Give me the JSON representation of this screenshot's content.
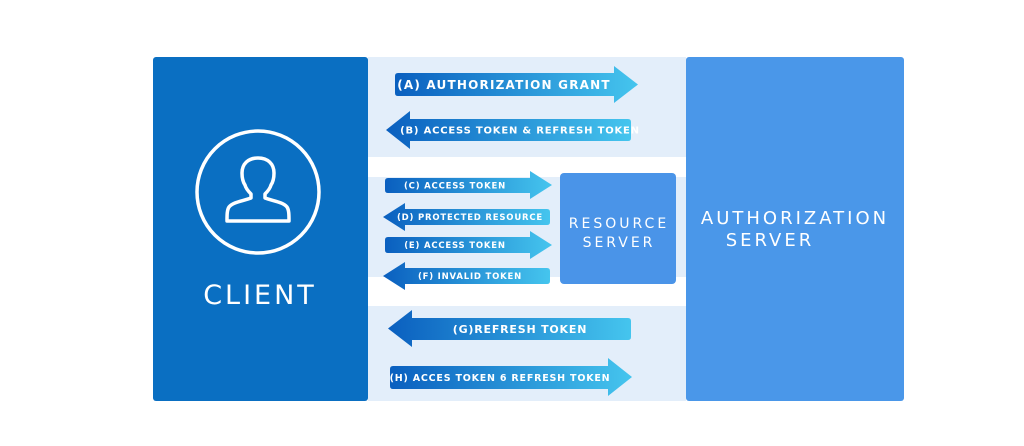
{
  "colors": {
    "client": "#0a6fc2",
    "authorization_server": "#4a97e9",
    "resource_server": "#4a94e8",
    "band": "#e3eefa",
    "arrow_dark": "#0a5fbf",
    "arrow_light": "#45c5ee"
  },
  "client": {
    "label": "CLIENT",
    "icon": "user-icon"
  },
  "resource_server": {
    "line1": "RESOURCE",
    "line2": "SERVER"
  },
  "authorization_server": {
    "line1": "AUTHORIZATION",
    "line2": "SERVER"
  },
  "arrows": [
    {
      "label": "(A) AUTHORIZATION GRANT",
      "direction": "right"
    },
    {
      "label": "(B) ACCESS TOKEN & REFRESH TOKEN",
      "direction": "left"
    },
    {
      "label": "(C) ACCESS TOKEN",
      "direction": "right"
    },
    {
      "label": "(D) PROTECTED RESOURCE",
      "direction": "left"
    },
    {
      "label": "(E) ACCESS TOKEN",
      "direction": "right"
    },
    {
      "label": "(F) INVALID TOKEN",
      "direction": "left"
    },
    {
      "label": "(G)REFRESH TOKEN",
      "direction": "left"
    },
    {
      "label": "(H) ACCES TOKEN 6 REFRESH TOKEN",
      "direction": "right"
    }
  ]
}
